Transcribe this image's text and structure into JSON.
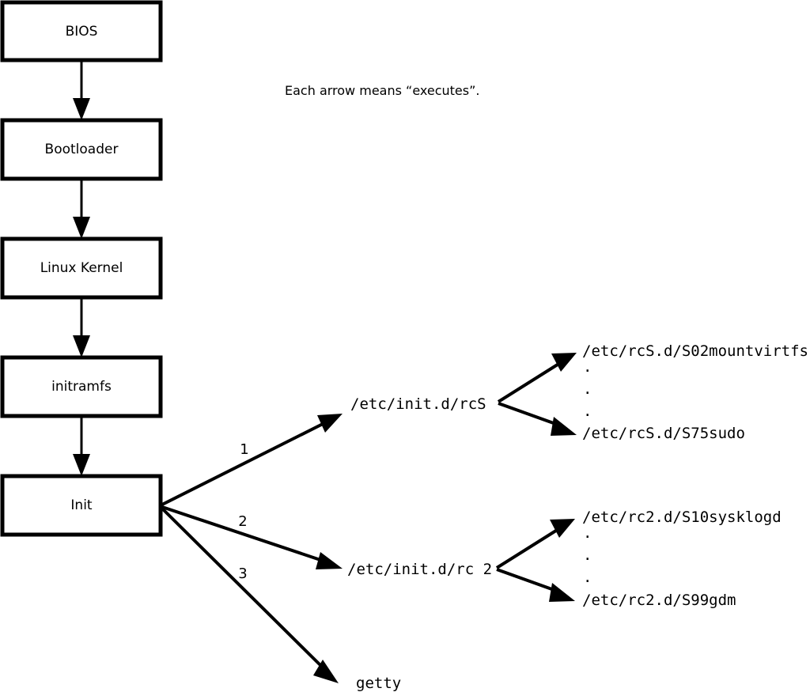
{
  "diagram": {
    "caption": "Each arrow means “executes”.",
    "boot_chain": [
      {
        "id": "bios",
        "label": "BIOS"
      },
      {
        "id": "bootloader",
        "label": "Bootloader"
      },
      {
        "id": "kernel",
        "label": "Linux Kernel"
      },
      {
        "id": "initramfs",
        "label": "initramfs"
      },
      {
        "id": "init",
        "label": "Init"
      }
    ],
    "init_branches": [
      {
        "number": "1",
        "target": "/etc/init.d/rcS"
      },
      {
        "number": "2",
        "target": "/etc/init.d/rc 2"
      },
      {
        "number": "3",
        "target": "getty"
      }
    ],
    "rcs_scripts": {
      "first": "/etc/rcS.d/S02mountvirtfs",
      "ellipsis": [
        ".",
        ".",
        "."
      ],
      "last": "/etc/rcS.d/S75sudo"
    },
    "rc2_scripts": {
      "first": "/etc/rc2.d/S10sysklogd",
      "ellipsis": [
        ".",
        ".",
        "."
      ],
      "last": "/etc/rc2.d/S99gdm"
    },
    "colors": {
      "stroke": "#000000",
      "fill": "#ffffff",
      "background": "#ffffff"
    }
  }
}
